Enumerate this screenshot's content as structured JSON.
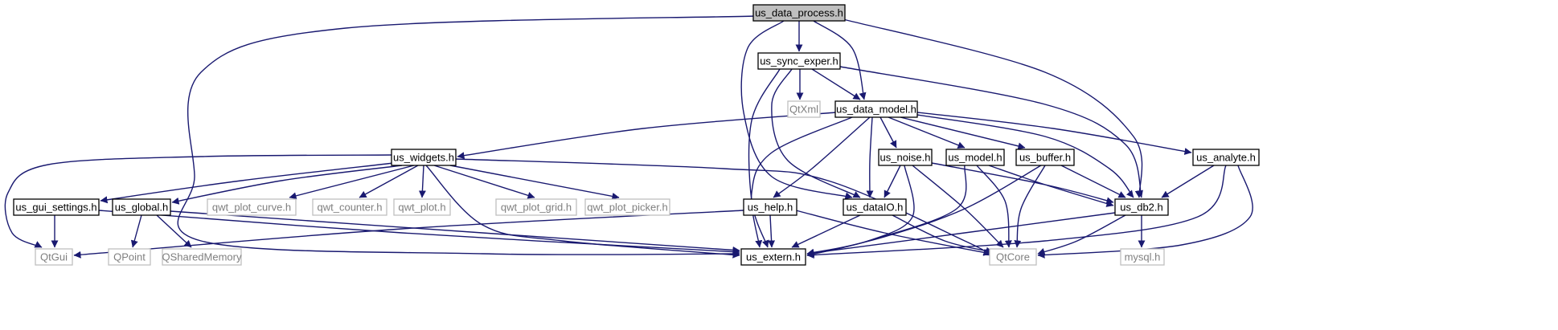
{
  "graph": {
    "colors": {
      "edge": "#191970",
      "node_border": "#000000",
      "node_fill": "#ffffff",
      "root_fill": "#bfbfbf",
      "external_border": "#bfbfbf",
      "external_text": "#7f7f7f"
    },
    "nodes": [
      {
        "id": "us_data_process_h",
        "label": "us_data_process.h",
        "kind": "root",
        "link": false
      },
      {
        "id": "us_sync_exper_h",
        "label": "us_sync_exper.h",
        "kind": "local",
        "link": true
      },
      {
        "id": "QtXml",
        "label": "QtXml",
        "kind": "external",
        "link": false
      },
      {
        "id": "us_data_model_h",
        "label": "us_data_model.h",
        "kind": "local",
        "link": true
      },
      {
        "id": "us_widgets_h",
        "label": "us_widgets.h",
        "kind": "local",
        "link": true
      },
      {
        "id": "us_noise_h",
        "label": "us_noise.h",
        "kind": "local",
        "link": true
      },
      {
        "id": "us_model_h",
        "label": "us_model.h",
        "kind": "local",
        "link": true
      },
      {
        "id": "us_buffer_h",
        "label": "us_buffer.h",
        "kind": "local",
        "link": true
      },
      {
        "id": "us_analyte_h",
        "label": "us_analyte.h",
        "kind": "local",
        "link": true
      },
      {
        "id": "us_gui_settings_h",
        "label": "us_gui_settings.h",
        "kind": "local",
        "link": true
      },
      {
        "id": "us_global_h",
        "label": "us_global.h",
        "kind": "local",
        "link": true
      },
      {
        "id": "qwt_plot_curve_h",
        "label": "qwt_plot_curve.h",
        "kind": "external",
        "link": false
      },
      {
        "id": "qwt_counter_h",
        "label": "qwt_counter.h",
        "kind": "external",
        "link": false
      },
      {
        "id": "qwt_plot_h",
        "label": "qwt_plot.h",
        "kind": "external",
        "link": false
      },
      {
        "id": "qwt_plot_grid_h",
        "label": "qwt_plot_grid.h",
        "kind": "external",
        "link": false
      },
      {
        "id": "qwt_plot_picker_h",
        "label": "qwt_plot_picker.h",
        "kind": "external",
        "link": false
      },
      {
        "id": "us_help_h",
        "label": "us_help.h",
        "kind": "local",
        "link": true
      },
      {
        "id": "us_dataIO_h",
        "label": "us_dataIO.h",
        "kind": "local",
        "link": true
      },
      {
        "id": "us_db2_h",
        "label": "us_db2.h",
        "kind": "local",
        "link": true
      },
      {
        "id": "QtGui",
        "label": "QtGui",
        "kind": "external",
        "link": false
      },
      {
        "id": "QPoint",
        "label": "QPoint",
        "kind": "external",
        "link": false
      },
      {
        "id": "QSharedMemory",
        "label": "QSharedMemory",
        "kind": "external",
        "link": false
      },
      {
        "id": "us_extern_h",
        "label": "us_extern.h",
        "kind": "local",
        "link": true
      },
      {
        "id": "QtCore",
        "label": "QtCore",
        "kind": "external",
        "link": false
      },
      {
        "id": "mysql_h",
        "label": "mysql.h",
        "kind": "external",
        "link": false
      }
    ],
    "edges": [
      [
        "us_data_process_h",
        "us_sync_exper_h"
      ],
      [
        "us_data_process_h",
        "us_data_model_h"
      ],
      [
        "us_data_process_h",
        "us_extern_h"
      ],
      [
        "us_data_process_h",
        "us_dataIO_h"
      ],
      [
        "us_data_process_h",
        "us_db2_h"
      ],
      [
        "us_sync_exper_h",
        "QtXml"
      ],
      [
        "us_sync_exper_h",
        "us_data_model_h"
      ],
      [
        "us_sync_exper_h",
        "us_dataIO_h"
      ],
      [
        "us_sync_exper_h",
        "us_extern_h"
      ],
      [
        "us_sync_exper_h",
        "us_db2_h"
      ],
      [
        "us_data_model_h",
        "us_widgets_h"
      ],
      [
        "us_data_model_h",
        "us_noise_h"
      ],
      [
        "us_data_model_h",
        "us_model_h"
      ],
      [
        "us_data_model_h",
        "us_buffer_h"
      ],
      [
        "us_data_model_h",
        "us_analyte_h"
      ],
      [
        "us_data_model_h",
        "us_help_h"
      ],
      [
        "us_data_model_h",
        "us_dataIO_h"
      ],
      [
        "us_data_model_h",
        "us_extern_h"
      ],
      [
        "us_data_model_h",
        "us_db2_h"
      ],
      [
        "us_widgets_h",
        "us_gui_settings_h"
      ],
      [
        "us_widgets_h",
        "us_global_h"
      ],
      [
        "us_widgets_h",
        "qwt_plot_curve_h"
      ],
      [
        "us_widgets_h",
        "qwt_counter_h"
      ],
      [
        "us_widgets_h",
        "qwt_plot_h"
      ],
      [
        "us_widgets_h",
        "qwt_plot_grid_h"
      ],
      [
        "us_widgets_h",
        "qwt_plot_picker_h"
      ],
      [
        "us_widgets_h",
        "QtGui"
      ],
      [
        "us_widgets_h",
        "us_extern_h"
      ],
      [
        "us_widgets_h",
        "QtCore"
      ],
      [
        "us_gui_settings_h",
        "QtGui"
      ],
      [
        "us_gui_settings_h",
        "us_extern_h"
      ],
      [
        "us_global_h",
        "QPoint"
      ],
      [
        "us_global_h",
        "QSharedMemory"
      ],
      [
        "us_global_h",
        "us_extern_h"
      ],
      [
        "us_noise_h",
        "us_dataIO_h"
      ],
      [
        "us_noise_h",
        "us_extern_h"
      ],
      [
        "us_noise_h",
        "QtCore"
      ],
      [
        "us_noise_h",
        "us_db2_h"
      ],
      [
        "us_model_h",
        "us_extern_h"
      ],
      [
        "us_model_h",
        "QtCore"
      ],
      [
        "us_model_h",
        "us_db2_h"
      ],
      [
        "us_buffer_h",
        "us_extern_h"
      ],
      [
        "us_buffer_h",
        "QtCore"
      ],
      [
        "us_buffer_h",
        "us_db2_h"
      ],
      [
        "us_analyte_h",
        "us_db2_h"
      ],
      [
        "us_analyte_h",
        "us_extern_h"
      ],
      [
        "us_analyte_h",
        "QtCore"
      ],
      [
        "us_help_h",
        "QtGui"
      ],
      [
        "us_help_h",
        "us_extern_h"
      ],
      [
        "us_help_h",
        "QtCore"
      ],
      [
        "us_dataIO_h",
        "us_extern_h"
      ],
      [
        "us_dataIO_h",
        "QtCore"
      ],
      [
        "us_db2_h",
        "us_extern_h"
      ],
      [
        "us_db2_h",
        "QtCore"
      ],
      [
        "us_db2_h",
        "mysql_h"
      ]
    ]
  }
}
